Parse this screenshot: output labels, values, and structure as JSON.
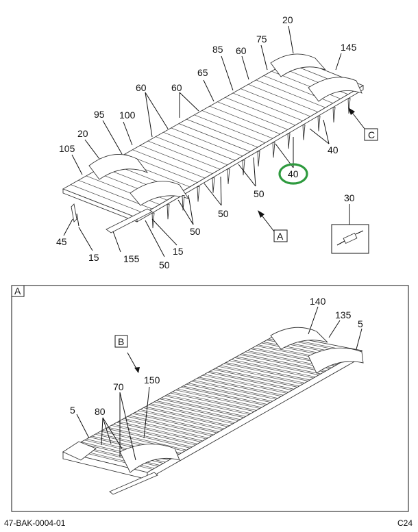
{
  "labels": {
    "p20a": "20",
    "p145": "145",
    "p85": "85",
    "p60a": "60",
    "p75": "75",
    "p65": "65",
    "p60b": "60",
    "p60c": "60",
    "p95": "95",
    "p100": "100",
    "p20b": "20",
    "p105": "105",
    "p40a": "40",
    "p40b": "40",
    "p50a": "50",
    "p50b": "50",
    "p50c": "50",
    "p50d": "50",
    "p45": "45",
    "p15a": "15",
    "p155": "155",
    "p15b": "15",
    "p30": "30",
    "p140": "140",
    "p135": "135",
    "p5a": "5",
    "p5b": "5",
    "p70": "70",
    "p150": "150",
    "p80": "80"
  },
  "views": {
    "a_ref": "A",
    "a_box": "A",
    "b_ref": "B",
    "c_ref": "C"
  },
  "footer": {
    "left": "47-BAK-0004-01",
    "right": "C24"
  },
  "highlight_color": "#2e9a3e"
}
